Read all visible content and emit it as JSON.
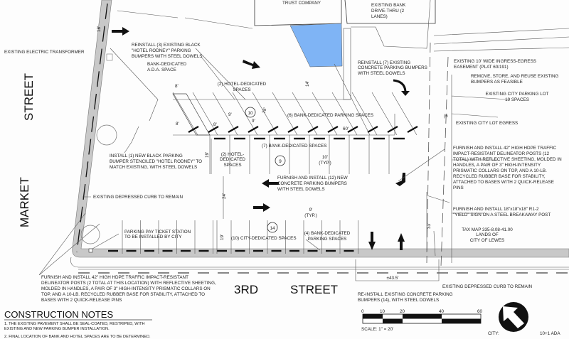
{
  "streets": {
    "market": "MARKET",
    "street_left": "STREET",
    "third": "3RD",
    "street_bottom": "STREET"
  },
  "building": {
    "label": "TRUST COMPANY"
  },
  "labels": {
    "drive_thru": [
      "EXISTING BANK",
      "DRIVE-THRU (2",
      "LANES)"
    ],
    "transformer": "EXISTING ELECTRIC TRANSFORMER",
    "reinstall_black": [
      "REINSTALL (3) EXISTING BLACK",
      "\"HOTEL RODNEY\" PARKING",
      "BUMPERS WITH STEEL DOWELS"
    ],
    "ada": [
      "BANK-DEDICATED",
      "A.D.A. SPACE"
    ],
    "hotel_top": [
      "(2) HOTEL-DEDICATED",
      "SPACES"
    ],
    "reinstall_concrete": [
      "REINSTALL (7) EXISTING",
      "CONCRETE PARKING BUMPERS",
      "WITH STEEL DOWELS"
    ],
    "easement": [
      "EXISTING 10' WIDE INGRESS-EGRESS",
      "EASEMENT (PLAT 60/191)"
    ],
    "remove_store": [
      "REMOVE, STORE, AND REUSE EXISTING",
      "BUMPERS AS FEASIBLE"
    ],
    "city_lot": [
      "EXISTING CITY PARKING LOT",
      "19 SPACES"
    ],
    "bank6": "(6) BANK-DEDICATED PARKING SPACES",
    "city_egress": "EXISTING CITY LOT EGRESS",
    "bank7": "(7) BANK-DEDICATED SPACES",
    "hotel_mid": [
      "(2) HOTEL-",
      "DEDICATED",
      "SPACES"
    ],
    "typ10": [
      "10'",
      "(TYP.)"
    ],
    "install_new_black": [
      "INSTALL (1) NEW BLACK PARKING",
      "BUMPER STENCILED \"HOTEL RODNEY\" TO",
      "MATCH EXISTING, WITH STEEL DOWELS"
    ],
    "furnish12": [
      "FURNISH AND INSTALL (12) NEW",
      "CONCRETE PARKING BUMPERS",
      "WITH STEEL DOWELS"
    ],
    "delineator_right": [
      "FURNISH AND INSTALL 42\" HIGH HDPE TRAFFIC",
      "IMPACT-RESISTANT DELINEATOR POSTS (12",
      "TOTAL) WITH REFLECTIVE SHEETING, MOLDED IN",
      "HANDLES, A PAIR OF 3\" HIGH-INTENSITY",
      "PRISMATIC COLLARS ON TOP, AND A 10-LB.",
      "RECYCLED RUBBER BASE FOR STABILITY,",
      "ATTACHED TO BASES WITH 2 QUICK-RELEASE",
      "PINS"
    ],
    "depressed_left": "EXISTING DEPRESSED CURB TO REMAIN",
    "typ9": [
      "9'",
      "(TYP.)"
    ],
    "pay_station": [
      "PARKING PAY TICKET STATION",
      "TO BE INSTALLED BY CITY"
    ],
    "city10": "(10) CITY-DEDICATED SPACES",
    "bank4": [
      "(4) BANK-DEDICATED",
      "PARKING SPACES"
    ],
    "yield_sign": [
      "FURNISH AND INSTALL 18\"x18\"x18\" R1-2",
      "\"YIELD\" SIGN ON A STEEL BREAKAWAY POST"
    ],
    "tax_map": [
      "TAX MAP 335-8.08-41.00",
      "LANDS OF",
      "CITY OF LEWES"
    ],
    "depressed_right": "EXISTING DEPRESSED CURB TO REMAIN",
    "delineator_left": [
      "FURNISH AND INSTALL 42\" HIGH HDPE TRAFFIC IMPACT-RESISTANT",
      "DELINEATOR POSTS (2 TOTAL AT THIS LOCATION) WITH REFLECTIVE SHEETING,",
      "MOLDED IN HANDLES, A PAIR OF 3\" HIGH-INTENSITY PRISMATIC COLLARS ON",
      "TOP, AND A 10-LB. RECYCLED RUBBER BASE FOR STABILITY, ATTACHED TO",
      "BASES WITH 2 QUICK-RELEASE PINS"
    ],
    "reinstall14": [
      "RE-INSTALL EXISTING CONCRETE PARKING",
      "BUMPERS (14), WITH STEEL DOWELS"
    ]
  },
  "dimensions": {
    "d18": "18'",
    "d14": "14'",
    "d8a": "8'",
    "d8b": "8'",
    "d8c": "8'",
    "d9a": "9'",
    "d9b": "9'",
    "d18b": "18'",
    "d60": "60'",
    "d19a": "19'",
    "d24": "24'",
    "d19b": "19'",
    "d33": "33'",
    "d43": "±43.5'"
  },
  "circles": {
    "c10": "10",
    "c9": "9",
    "c14": "14",
    "c6": "(6"
  },
  "notes": {
    "title": "CONSTRUCTION NOTES",
    "items": [
      "1.  THE EXISTING PAVEMENT SHALL BE SEAL-COATED, RESTRIPED, WITH",
      "     EXISTING AND NEW PARKING BUMPER INSTALLATION.",
      "2.  FINAL LOCATION OF BANK AND HOTEL SPACES ARE TO BE DETERMINED."
    ]
  },
  "scale": {
    "ticks": [
      "0",
      "10",
      "20",
      "40",
      "60"
    ],
    "label": "SCALE:  1\" = 20'"
  },
  "tally": {
    "label": "CITY:",
    "value": "10+1  ADA"
  },
  "colors": {
    "drive_thru_fill": "#7fb4f5",
    "sidewalk": "#c8c8c8"
  }
}
